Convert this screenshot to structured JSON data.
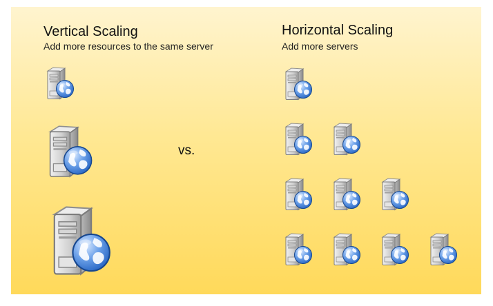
{
  "vertical": {
    "title": "Vertical Scaling",
    "subtitle": "Add more resources to the same server",
    "servers": [
      "small",
      "medium",
      "large"
    ]
  },
  "separator": "vs.",
  "horizontal": {
    "title": "Horizontal Scaling",
    "subtitle": "Add more servers",
    "rows": [
      1,
      2,
      3,
      4
    ]
  },
  "icon": "web-server-icon",
  "colors": {
    "background_top": "#fff4cf",
    "background_bottom": "#ffd95a",
    "globe": "#4c86d8",
    "server_body": "#d9d9d9"
  }
}
